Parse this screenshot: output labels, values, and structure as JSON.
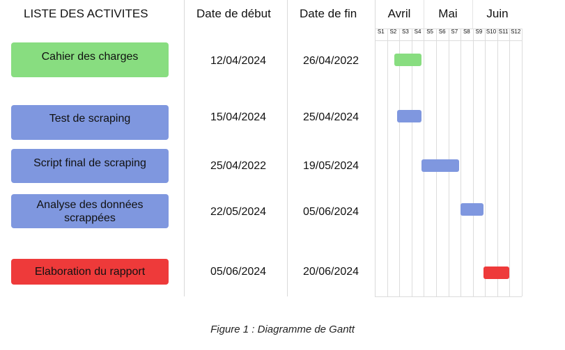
{
  "headers": {
    "activities": "LISTE DES ACTIVITES",
    "start": "Date de début",
    "end": "Date de fin"
  },
  "months": [
    "Avril",
    "Mai",
    "Juin"
  ],
  "weeks": [
    "S1",
    "S2",
    "S3",
    "S4",
    "S5",
    "S6",
    "S7",
    "S8",
    "S9",
    "S10",
    "S11",
    "S12"
  ],
  "tasks": [
    {
      "label": "Cahier des charges",
      "start": "12/04/2024",
      "end": "26/04/2022",
      "color": "#88dd80",
      "bar_start_week": 2.6,
      "bar_end_week": 4.8
    },
    {
      "label": "Test de scraping",
      "start": "15/04/2024",
      "end": "25/04/2024",
      "color": "#7f97df",
      "bar_start_week": 2.8,
      "bar_end_week": 4.8
    },
    {
      "label": "Script final de scraping",
      "start": "25/04/2022",
      "end": "19/05/2024",
      "color": "#7f97df",
      "bar_start_week": 4.8,
      "bar_end_week": 7.9
    },
    {
      "label": "Analyse des données scrappées",
      "start": "22/05/2024",
      "end": "05/06/2024",
      "color": "#7f97df",
      "bar_start_week": 8.0,
      "bar_end_week": 9.9
    },
    {
      "label": "Elaboration du rapport",
      "start": "05/06/2024",
      "end": "20/06/2024",
      "color": "#ee3a3a",
      "bar_start_week": 9.9,
      "bar_end_week": 12.0
    }
  ],
  "caption": "Figure 1 : Diagramme de Gantt"
}
